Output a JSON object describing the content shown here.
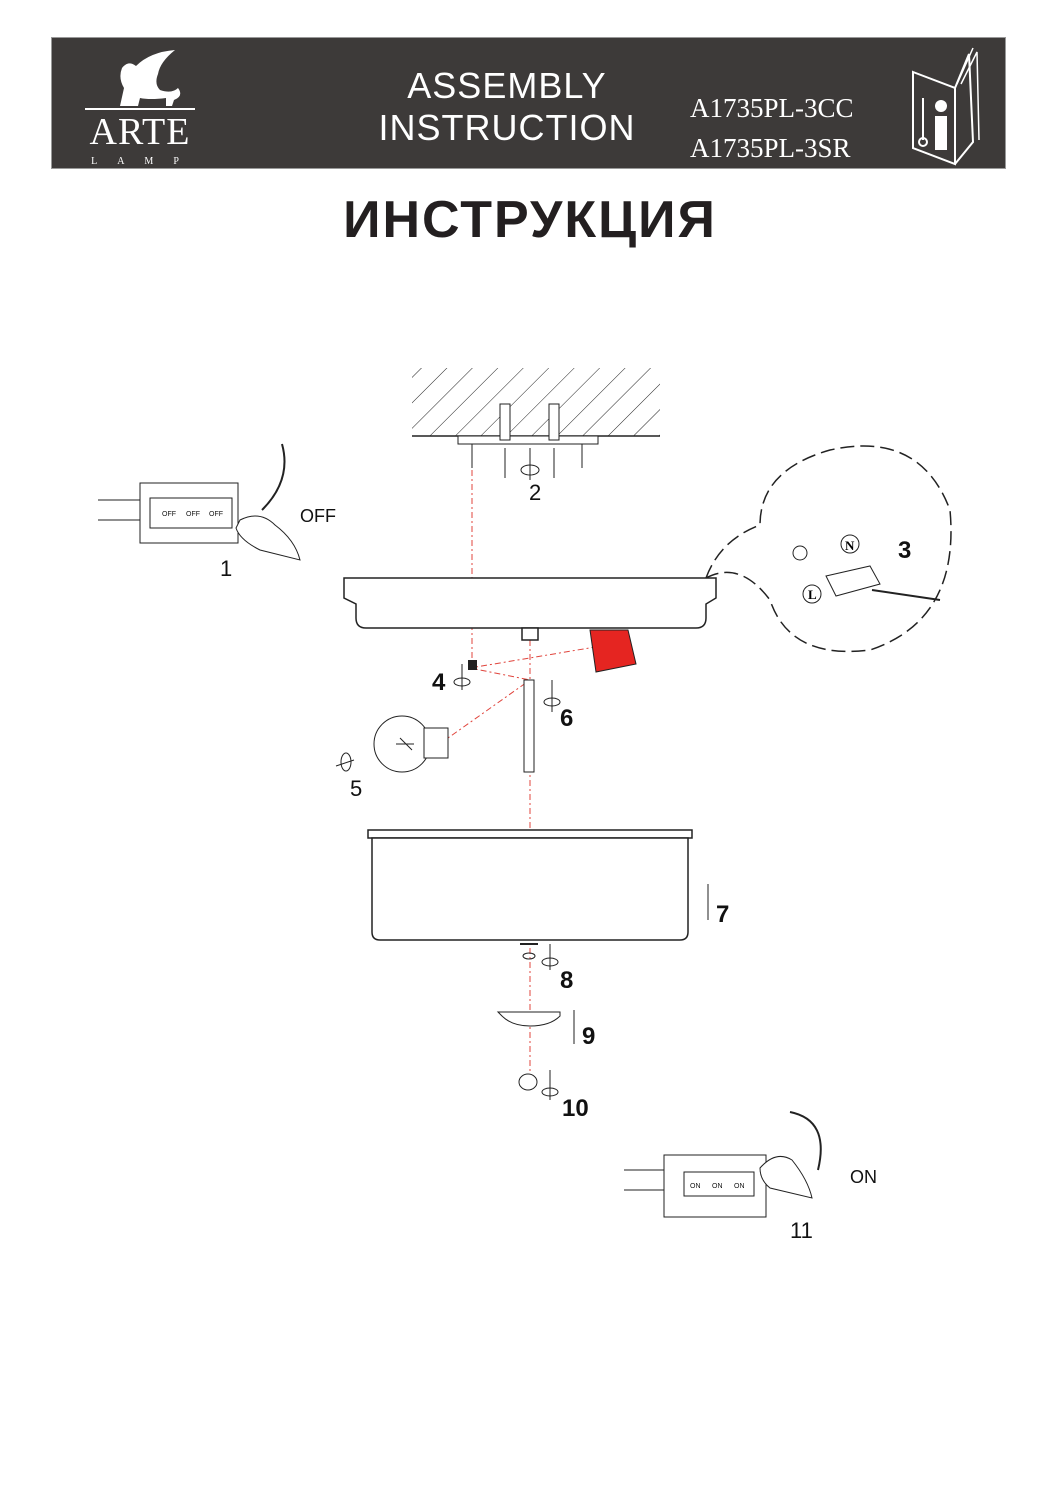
{
  "header": {
    "brand": "ARTE",
    "brand_sub": "LAMP",
    "title_line1": "ASSEMBLY",
    "title_line2": "INSTRUCTION",
    "models": [
      "A1735PL-3CC",
      "A1735PL-3SR"
    ],
    "info_icon": "info-book-icon"
  },
  "page_title": "ИНСТРУКЦИЯ",
  "colors": {
    "header_bg": "#3d3a39",
    "guide_line": "#e0443c",
    "highlight": "#e52521"
  },
  "steps": {
    "s1": "1",
    "s1_label": "OFF",
    "s2": "2",
    "s3": "3",
    "s4": "4",
    "s5": "5",
    "s6": "6",
    "s7": "7",
    "s8": "8",
    "s9": "9",
    "s10": "10",
    "s11": "11",
    "s11_label": "ON"
  },
  "switch_off_labels": [
    "OFF",
    "OFF",
    "OFF"
  ],
  "switch_on_labels": [
    "ON",
    "ON",
    "ON"
  ],
  "terminal_labels": {
    "neutral": "N",
    "live": "L"
  }
}
